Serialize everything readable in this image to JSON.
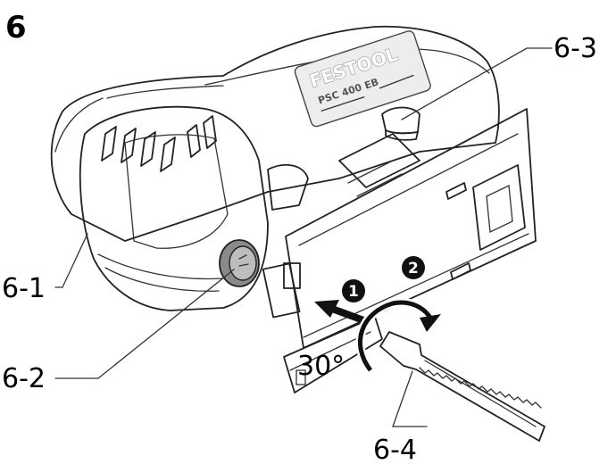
{
  "figure": {
    "number": "6",
    "brand": "FESTOOL",
    "model": "PSC 400 EB",
    "angle": "30°",
    "steps": [
      "1",
      "2"
    ],
    "callouts": {
      "c61": "6-1",
      "c62": "6-2",
      "c63": "6-3",
      "c64": "6-4"
    }
  }
}
